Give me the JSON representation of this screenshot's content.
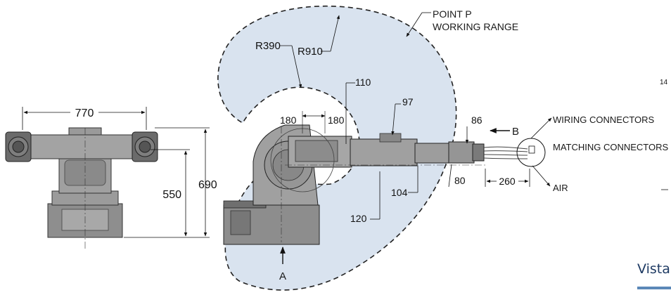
{
  "labels": {
    "point_p_line1": "POINT P",
    "point_p_line2": "WORKING RANGE",
    "wiring_connectors": "WIRING CONNECTORS",
    "matching_connectors": "MATCHING CONNECTORS",
    "air": "AIR",
    "view_a": "A",
    "view_b": "B",
    "sheet_ref": "14"
  },
  "dimensions": {
    "r390": "R390",
    "r910": "R910",
    "d770": "770",
    "d690": "690",
    "d550": "550",
    "d180_left": "180",
    "d180_right": "180",
    "d110": "110",
    "d97": "97",
    "d86": "86",
    "d80": "80",
    "d260": "260",
    "d104": "104",
    "d120": "120"
  },
  "caption": "Vista",
  "colors": {
    "working_range_fill": "#d9e3ef",
    "robot_body": "#9a9a9a",
    "robot_dark": "#5e5e5e",
    "caption_text": "#1e3a63",
    "caption_underline": "#5b88b8"
  }
}
